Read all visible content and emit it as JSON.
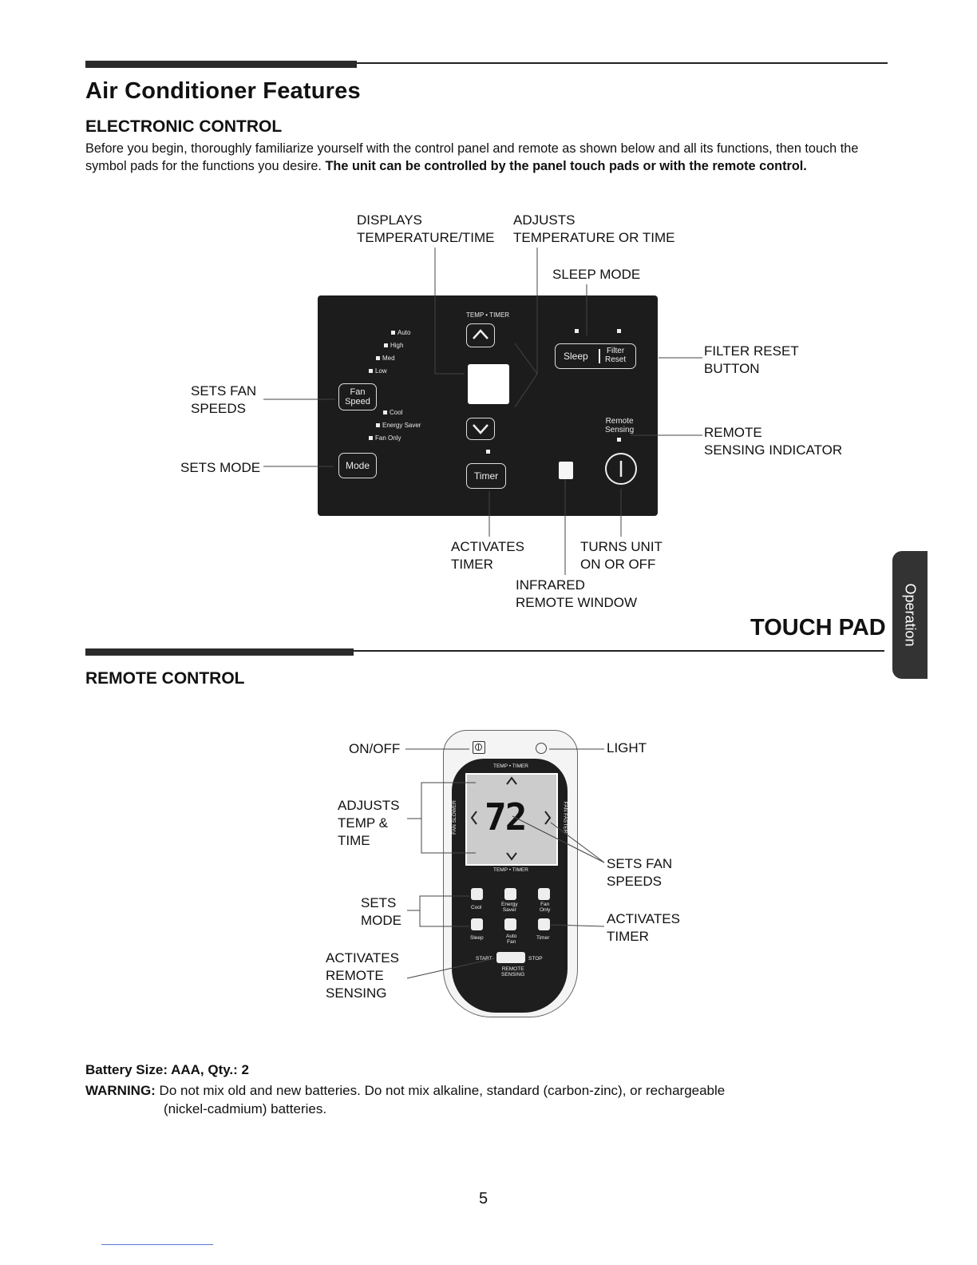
{
  "title": "Air Conditioner Features",
  "electronic_control": {
    "heading": "ELECTRONIC CONTROL",
    "intro_normal": "Before you begin, thoroughly familiarize yourself with the control panel and remote as shown below and all its functions, then touch the symbol pads for the functions you desire. ",
    "intro_bold": "The unit can be controlled by the panel touch pads or with the remote control."
  },
  "panel_callouts": {
    "displays": "DISPLAYS\nTEMPERATURE/TIME",
    "adjusts": "ADJUSTS\nTEMPERATURE OR TIME",
    "sleep_mode": "SLEEP MODE",
    "filter_reset": "FILTER RESET\nBUTTON",
    "sets_fan_speeds": "SETS FAN\nSPEEDS",
    "remote_sensing": "REMOTE\nSENSING INDICATOR",
    "sets_mode": "SETS MODE",
    "activates_timer": "ACTIVATES\nTIMER",
    "turns_unit": "TURNS UNIT\nON OR OFF",
    "infrared": "INFRARED\nREMOTE WINDOW"
  },
  "panel": {
    "temp_timer": "TEMP • TIMER",
    "fan_levels": [
      "Auto",
      "High",
      "Med",
      "Low"
    ],
    "modes": [
      "Cool",
      "Energy Saver",
      "Fan Only"
    ],
    "fan_button": "Fan\nSpeed",
    "mode_button": "Mode",
    "sleep_button": "Sleep",
    "filter_button": "Filter\nReset",
    "timer_button": "Timer",
    "remote_sensing": "Remote\nSensing"
  },
  "touch_pad_label": "TOUCH PAD",
  "side_tab": "Operation",
  "remote_control": {
    "heading": "REMOTE CONTROL",
    "callouts": {
      "on_off": "ON/OFF",
      "light": "LIGHT",
      "adjusts": "ADJUSTS\nTEMP &\nTIME",
      "sets_fan": "SETS FAN\nSPEEDS",
      "sets_mode": "SETS\nMODE",
      "activates_timer": "ACTIVATES\nTIMER",
      "activates_remote": "ACTIVATES\nREMOTE\nSENSING"
    },
    "display_value": "72",
    "temp_timer_top": "TEMP • TIMER",
    "temp_timer_bottom": "TEMP • TIMER",
    "fan_slower": "FAN SLOWER",
    "fan_faster": "FAN FASTER",
    "buttons_row1": [
      "Cool",
      "Energy\nSaver",
      "Fan\nOnly"
    ],
    "buttons_row2": [
      "Sleep",
      "Auto\nFan",
      "Timer"
    ],
    "start": "START",
    "stop": "STOP",
    "remote_sensing": "REMOTE\nSENSING"
  },
  "battery": "Battery Size: AAA, Qty.: 2",
  "warning": {
    "label": "WARNING:",
    "text": " Do not mix old and new batteries. Do not mix alkaline, standard (carbon-zinc), or rechargeable",
    "text2": "(nickel-cadmium) batteries."
  },
  "page_number": "5"
}
